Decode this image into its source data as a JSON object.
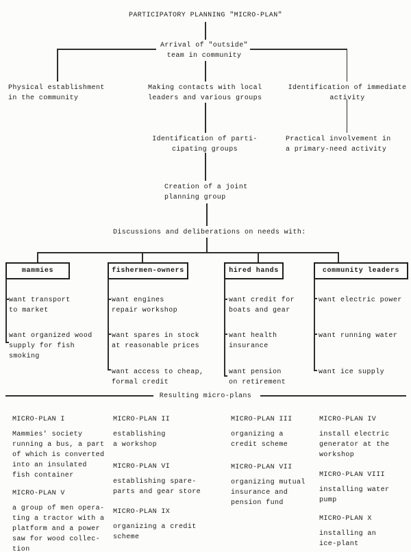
{
  "title": "PARTICIPATORY PLANNING \"MICRO-PLAN\"",
  "nodes": {
    "arrival": "Arrival of \"outside\"\nteam in community",
    "physical": "Physical establishment\nin the community",
    "contacts": "Making contacts with local\nleaders and various groups",
    "immediate": "Identification of immediate\nactivity",
    "participating": "Identification of parti-\ncipating groups",
    "practical": "Practical involvement in\na primary-need activity",
    "creation": "Creation of a joint\nplanning group",
    "discussions": "Discussions and deliberations on needs with:"
  },
  "groups": [
    {
      "label": "mammies",
      "wants": [
        "want transport\nto market",
        "want organized wood\nsupply for fish\nsmoking"
      ]
    },
    {
      "label": "fishermen-owners",
      "wants": [
        "want engines\nrepair workshop",
        "want spares in stock\nat reasonable prices",
        "want access to cheap,\nformal credit"
      ]
    },
    {
      "label": "hired hands",
      "wants": [
        "want credit for\nboats and gear",
        "want health\ninsurance",
        "want pension\non retirement"
      ]
    },
    {
      "label": "community leaders",
      "wants": [
        "want electric power",
        "want running water",
        "want ice supply"
      ]
    }
  ],
  "divider": "Resulting micro-plans",
  "plans": [
    {
      "heading": "MICRO-PLAN I",
      "body": "Mammies' society\nrunning a bus, a part\nof which is converted\ninto an insulated\nfish container"
    },
    {
      "heading": "MICRO-PLAN II",
      "body": "establishing\na workshop"
    },
    {
      "heading": "MICRO-PLAN III",
      "body": "organizing a\ncredit scheme"
    },
    {
      "heading": "MICRO-PLAN IV",
      "body": "install electric\ngenerator at the\nworkshop"
    },
    {
      "heading": "MICRO-PLAN V",
      "body": "a group of men opera-\nting a tractor with a\nplatform and a power\nsaw for wood collec-\ntion"
    },
    {
      "heading": "MICRO-PLAN VI",
      "body": "establishing spare-\nparts and gear store"
    },
    {
      "heading": "MICRO-PLAN VII",
      "body": "organizing mutual\ninsurance and\npension fund"
    },
    {
      "heading": "MICRO-PLAN VIII",
      "body": "installing water\npump"
    },
    {
      "heading": "MICRO-PLAN IX",
      "body": "organizing a credit\nscheme"
    },
    {
      "heading": "MICRO-PLAN X",
      "body": "installing an\nice-plant"
    }
  ]
}
